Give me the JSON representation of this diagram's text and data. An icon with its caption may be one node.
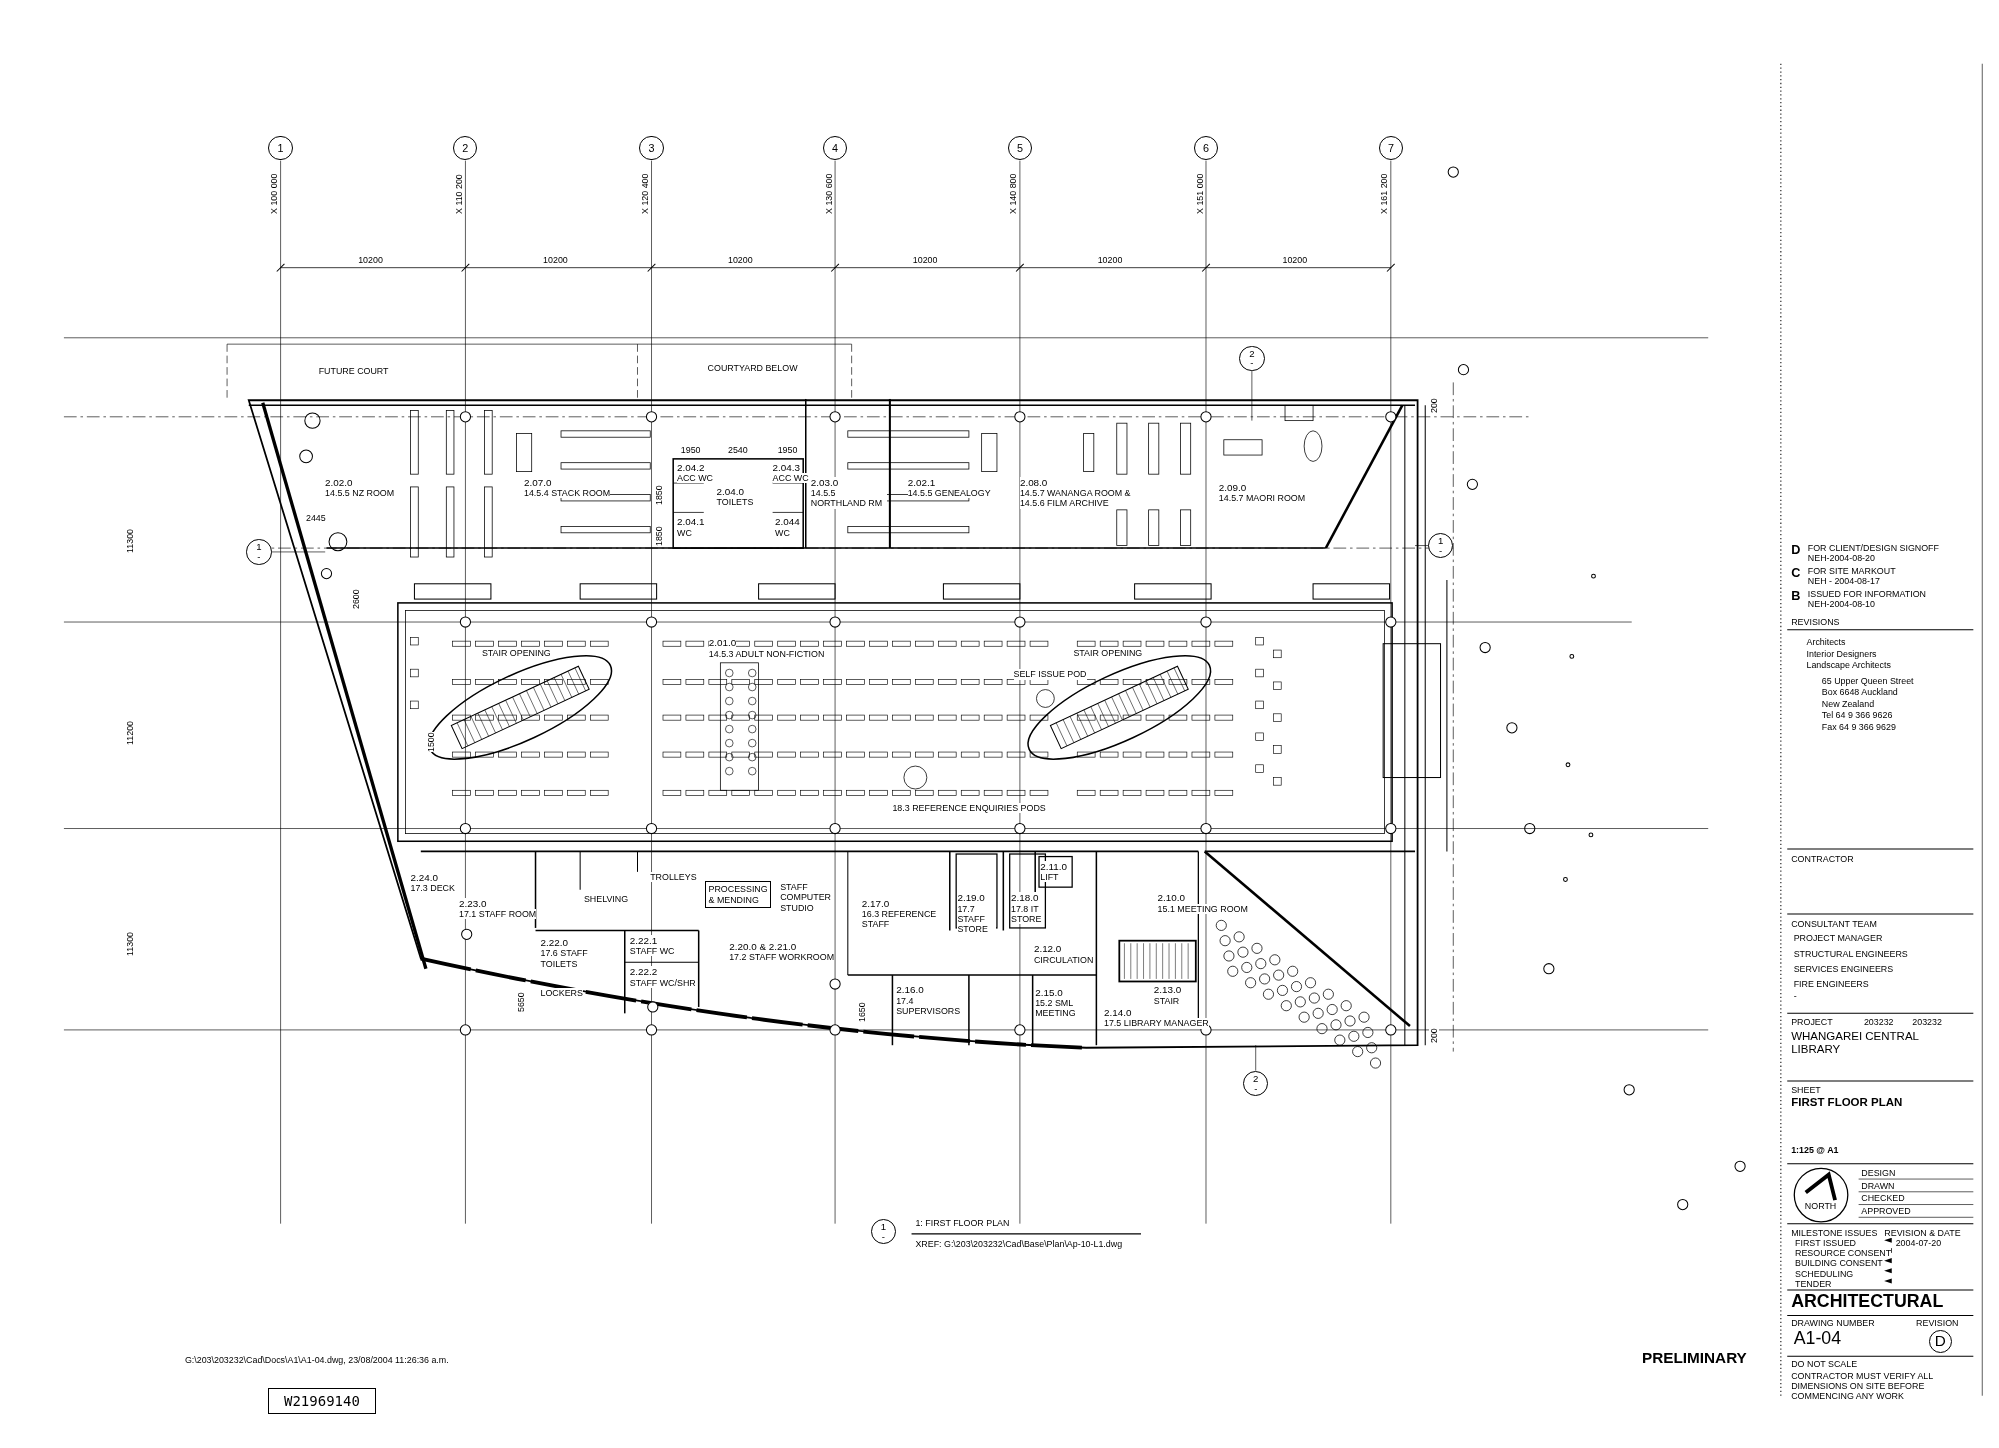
{
  "diagram": {
    "title": "FIRST FLOOR PLAN",
    "nodes": [
      {
        "text": [
          "1"
        ],
        "beside": [
          "X 100 000"
        ]
      },
      {
        "text": [
          "2"
        ],
        "beside": [
          "X 110 200"
        ]
      },
      {
        "text": [
          "3"
        ],
        "beside": [
          "X 120 400"
        ]
      },
      {
        "text": [
          "4"
        ],
        "beside": [
          "X 130 600"
        ]
      },
      {
        "text": [
          "5"
        ],
        "beside": [
          "X 140 800"
        ]
      },
      {
        "text": [
          "6"
        ],
        "beside": [
          "X 151 000"
        ]
      },
      {
        "text": [
          "7"
        ],
        "beside": [
          "X 161 200"
        ]
      },
      {
        "text": [
          "2",
          "-"
        ]
      },
      {
        "text": [
          "2.02.0",
          "14.5.5 NZ ROOM"
        ]
      },
      {
        "text": [
          "2.07.0",
          "14.5.4 STACK ROOM"
        ]
      },
      {
        "text": [
          "2.04.2",
          "ACC WC"
        ]
      },
      {
        "text": [
          "2.04.3",
          "ACC WC"
        ]
      },
      {
        "text": [
          "2.04.0",
          "TOILETS"
        ]
      },
      {
        "text": [
          "2.04.1",
          "WC"
        ]
      },
      {
        "text": [
          "2.044",
          "WC"
        ]
      },
      {
        "text": [
          "2.03.0",
          "14.5.5 NORTHLAND RM"
        ]
      },
      {
        "text": [
          "2.02.1",
          "14.5.5 GENEALOGY"
        ]
      },
      {
        "text": [
          "2.08.0",
          "14.5.7 WANANGA ROOM & 14.5.6 FILM ARCHIVE"
        ]
      },
      {
        "text": [
          "2.09.0",
          "14.5.7 MAORI ROOM"
        ]
      },
      {
        "text": [
          "1",
          "-"
        ]
      },
      {
        "text": [
          "1",
          "-"
        ]
      },
      {
        "text": [
          "2.01.0",
          "14.5.3 ADULT NON-FICTION"
        ]
      },
      {
        "text": [
          "2.24.0",
          "17.3 DECK"
        ]
      },
      {
        "text": [
          "2.23.0",
          "17.1 STAFF ROOM"
        ]
      },
      {
        "text": [
          "2.22.0",
          "17.6 STAFF TOILETS"
        ]
      },
      {
        "text": [
          "2.22.1",
          "STAFF WC"
        ]
      },
      {
        "text": [
          "2.22.2",
          "STAFF WC/SHR"
        ]
      },
      {
        "text": [
          "2.20.0 & 2.21.0",
          "17.2 STAFF WORKROOM"
        ]
      },
      {
        "text": [
          "2.17.0",
          "16.3 REFERENCE STAFF"
        ]
      },
      {
        "text": [
          "2.19.0",
          "17.7 STAFF STORE"
        ]
      },
      {
        "text": [
          "2.18.0",
          "17.8 IT STORE"
        ]
      },
      {
        "text": [
          "2.11.0",
          "LIFT"
        ]
      },
      {
        "text": [
          "2.10.0",
          "15.1 MEETING ROOM"
        ]
      },
      {
        "text": [
          "2.13.0",
          "STAIR"
        ]
      },
      {
        "text": [
          "2.12.0",
          "CIRCULATION"
        ]
      },
      {
        "text": [
          "2.16.0",
          "17.4 SUPERVISORS"
        ]
      },
      {
        "text": [
          "2.15.0",
          "15.2 SML MEETING"
        ]
      },
      {
        "text": [
          "2.14.0",
          "17.5 LIBRARY MANAGER"
        ]
      },
      {
        "text": [
          "2",
          "-"
        ]
      },
      {
        "text": [
          "NORTH"
        ]
      },
      {
        "text": [
          "1",
          "-"
        ]
      },
      {
        "text": [
          "D"
        ]
      },
      {
        "text": [
          "PROCESSING & MENDING"
        ]
      }
    ],
    "labels": [
      "10200",
      "10200",
      "10200",
      "10200",
      "10200",
      "10200",
      "FUTURE COURT",
      "COURTYARD BELOW",
      "200",
      "1950",
      "2540",
      "1950",
      "1850",
      "1850",
      "2445",
      "11300",
      "2600",
      "D",
      "FOR CLIENT/DESIGN SIGNOFF",
      "NEH-2004-08-20",
      "C",
      "FOR SITE MARKOUT",
      "NEH - 2004-08-17",
      "B",
      "ISSUED FOR INFORMATION",
      "NEH-2004-08-10",
      "REVISIONS",
      "Architects",
      "Interior Designers",
      "Landscape Architects",
      "65 Upper Queen Street",
      "Box 6648 Auckland",
      "New Zealand",
      "Tel 64 9 366 9626",
      "Fax 64 9 366 9629",
      "STAIR OPENING",
      "SELF ISSUE POD",
      "STAIR OPENING",
      "11200",
      "1500",
      "18.3 REFERENCE ENQUIRIES PODS",
      "CONTRACTOR",
      "TROLLEYS",
      "SHELVING",
      "STAFF COMPUTER STUDIO",
      "CONSULTANT TEAM",
      "PROJECT MANAGER",
      "11300",
      "STRUCTURAL ENGINEERS",
      "LOCKERS",
      "SERVICES ENGINEERS",
      "5650",
      "1650",
      "FIRE ENGINEERS",
      "-",
      "PROJECT",
      "203232",
      "203232",
      "200",
      "WHANGAREI CENTRAL LIBRARY",
      "SHEET",
      "1:125 @ A1",
      "DESIGN",
      "DRAWN",
      "CHECKED",
      "APPROVED",
      "1: FIRST FLOOR PLAN",
      "MILESTONE ISSUES",
      "REVISION & DATE",
      "FIRST ISSUED",
      "2004-07-20",
      "RESOURCE CONSENT",
      "XREF: G:\\203\\203232\\Cad\\Base\\Plan\\Ap-10-L1.dwg",
      "BUILDING CONSENT",
      "SCHEDULING",
      "TENDER",
      "ARCHITECTURAL",
      "DRAWING NUMBER",
      "REVISION",
      "A1-04",
      "DO NOT SCALE",
      "CONTRACTOR MUST VERIFY ALL DIMENSIONS ON SITE BEFORE COMMENCING ANY WORK",
      "G:\\203\\203232\\Cad\\Docs\\A1\\A1-04.dwg, 23/08/2004 11:26:36 a.m.",
      "PRELIMINARY",
      "W21969140"
    ]
  }
}
